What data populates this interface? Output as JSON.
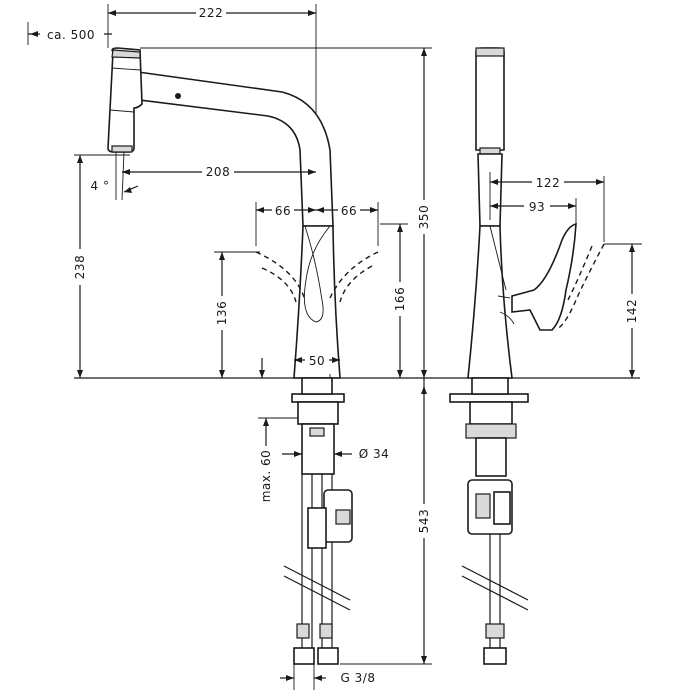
{
  "diagram": {
    "front_view": {
      "pullout_length": "ca. 500",
      "spout_reach": "222",
      "spout_inner_reach": "208",
      "spray_angle": "4 °",
      "total_height": "350",
      "spout_height": "238",
      "lever_swing_left": "66",
      "lever_swing_right": "66",
      "lever_height_left": "136",
      "lever_height_right": "166",
      "base_diameter_width": "50",
      "max_counter_thickness": "max. 60",
      "shank_diameter": "Ø 34",
      "below_counter_length": "543",
      "connection_thread": "G 3/8"
    },
    "side_view": {
      "lever_reach_open": "122",
      "lever_reach_closed": "93",
      "lever_height": "142"
    }
  }
}
